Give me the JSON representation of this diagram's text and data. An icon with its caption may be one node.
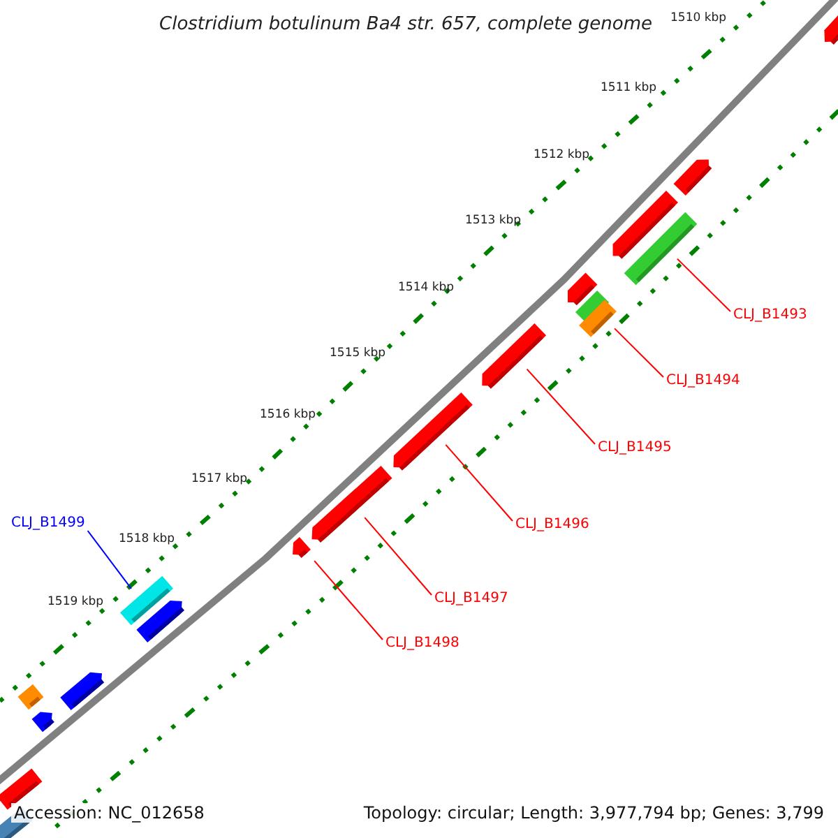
{
  "diagram": {
    "title": "Clostridium botulinum Ba4 str. 657, complete genome",
    "nodes": [
      {
        "text": [
          "CLJ_B1493"
        ]
      },
      {
        "text": [
          "CLJ_B1494"
        ]
      },
      {
        "text": [
          "CLJ_B1495"
        ]
      },
      {
        "text": [
          "CLJ_B1496"
        ]
      },
      {
        "text": [
          "CLJ_B1497"
        ]
      },
      {
        "text": [
          "CLJ_B1498"
        ]
      },
      {
        "text": [
          "CLJ_B1499"
        ]
      },
      {
        "text": [],
        "shape": "bar"
      },
      {
        "text": [],
        "shape": "bar"
      },
      {
        "text": [],
        "shape": "bar"
      },
      {
        "text": [],
        "shape": "bar"
      },
      {
        "text": [],
        "shape": "bar"
      },
      {
        "text": [],
        "shape": "bar"
      },
      {
        "text": [],
        "shape": "bar"
      }
    ],
    "edges": [
      {
        "from": 0,
        "to": 7,
        "arrow": "none"
      },
      {
        "from": 1,
        "to": 8,
        "arrow": "none"
      },
      {
        "from": 2,
        "to": 9,
        "arrow": "none"
      },
      {
        "from": 3,
        "to": 10,
        "arrow": "none"
      },
      {
        "from": 4,
        "to": 11,
        "arrow": "none"
      },
      {
        "from": 5,
        "to": 12,
        "arrow": "none"
      },
      {
        "from": 6,
        "to": 13,
        "arrow": "none",
        "color": "#0000ff"
      }
    ],
    "labels": [
      "1510 kbp",
      "1511 kbp",
      "1512 kbp",
      "1513 kbp",
      "1514 kbp",
      "1515 kbp",
      "1516 kbp",
      "1517 kbp",
      "1518 kbp",
      "1519 kbp",
      "Accession: NC_012658",
      "Topology: circular; Length: 3,977,794 bp; Genes: 3,799"
    ]
  }
}
